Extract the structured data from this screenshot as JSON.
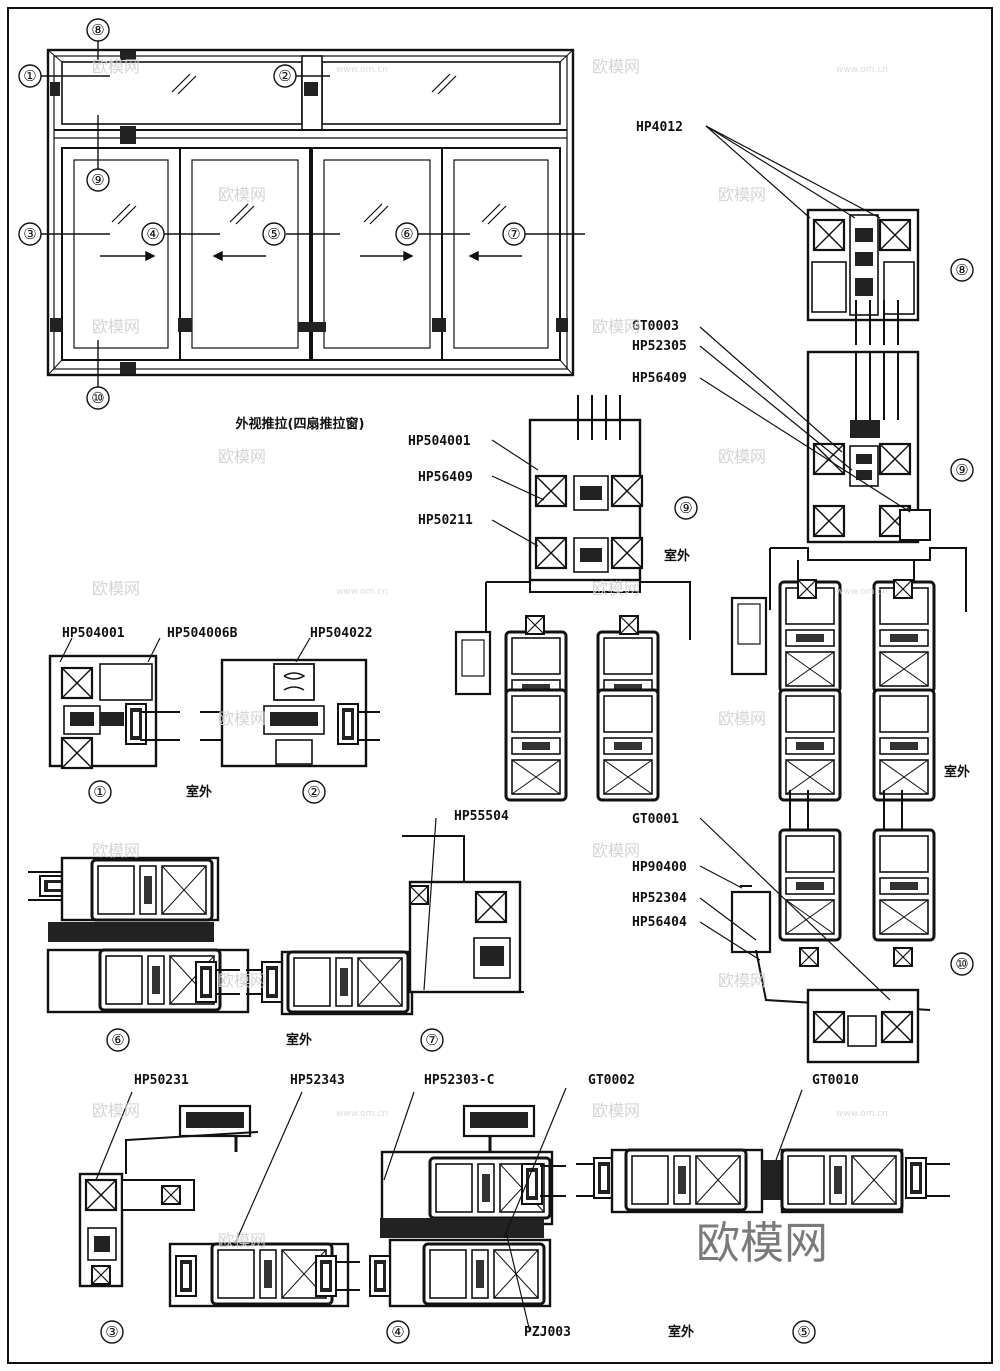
{
  "drawing": {
    "title": "外视推拉(四扇推拉窗)",
    "room_outside_label": "室外",
    "section_numbers": [
      "①",
      "②",
      "③",
      "④",
      "⑤",
      "⑥",
      "⑦",
      "⑧",
      "⑨",
      "⑩"
    ],
    "part_codes": {
      "hp4012": "HP4012",
      "gt0003": "GT0003",
      "hp52305": "HP52305",
      "hp56409_a": "HP56409",
      "hp504001_a": "HP504001",
      "hp56409_b": "HP56409",
      "hp50211": "HP50211",
      "hp504001_b": "HP504001",
      "hp504006b": "HP504006B",
      "hp504022": "HP504022",
      "hp55504": "HP55504",
      "gt0001": "GT0001",
      "hp90400": "HP90400",
      "hp52304": "HP52304",
      "hp56404": "HP56404",
      "hp50231": "HP50231",
      "hp52343": "HP52343",
      "hp52303c": "HP52303-C",
      "gt0002": "GT0002",
      "gt0010": "GT0010",
      "pzj003": "PZJ003"
    }
  },
  "watermark": {
    "brand": "欧模网",
    "url": "www.om.cn"
  }
}
